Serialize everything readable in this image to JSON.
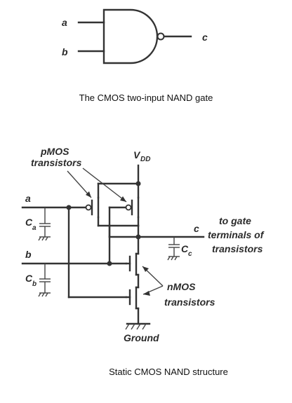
{
  "nand_symbol": {
    "input_a": "a",
    "input_b": "b",
    "output_c": "c",
    "caption": "The CMOS two-input NAND gate"
  },
  "circuit": {
    "pmos_label_line1": "pMOS",
    "pmos_label_line2": "transistors",
    "vdd_main": "V",
    "vdd_sub": "DD",
    "input_a": "a",
    "input_b": "b",
    "cap_a_main": "C",
    "cap_a_sub": "a",
    "cap_b_main": "C",
    "cap_b_sub": "b",
    "out_c": "c",
    "cap_c_main": "C",
    "cap_c_sub": "c",
    "to_gate_line1": "to gate",
    "to_gate_line2": "terminals of",
    "to_gate_line3": "transistors",
    "nmos_label_line1": "nMOS",
    "nmos_label_line2": "transistors",
    "ground": "Ground",
    "caption": "Static CMOS NAND structure"
  }
}
